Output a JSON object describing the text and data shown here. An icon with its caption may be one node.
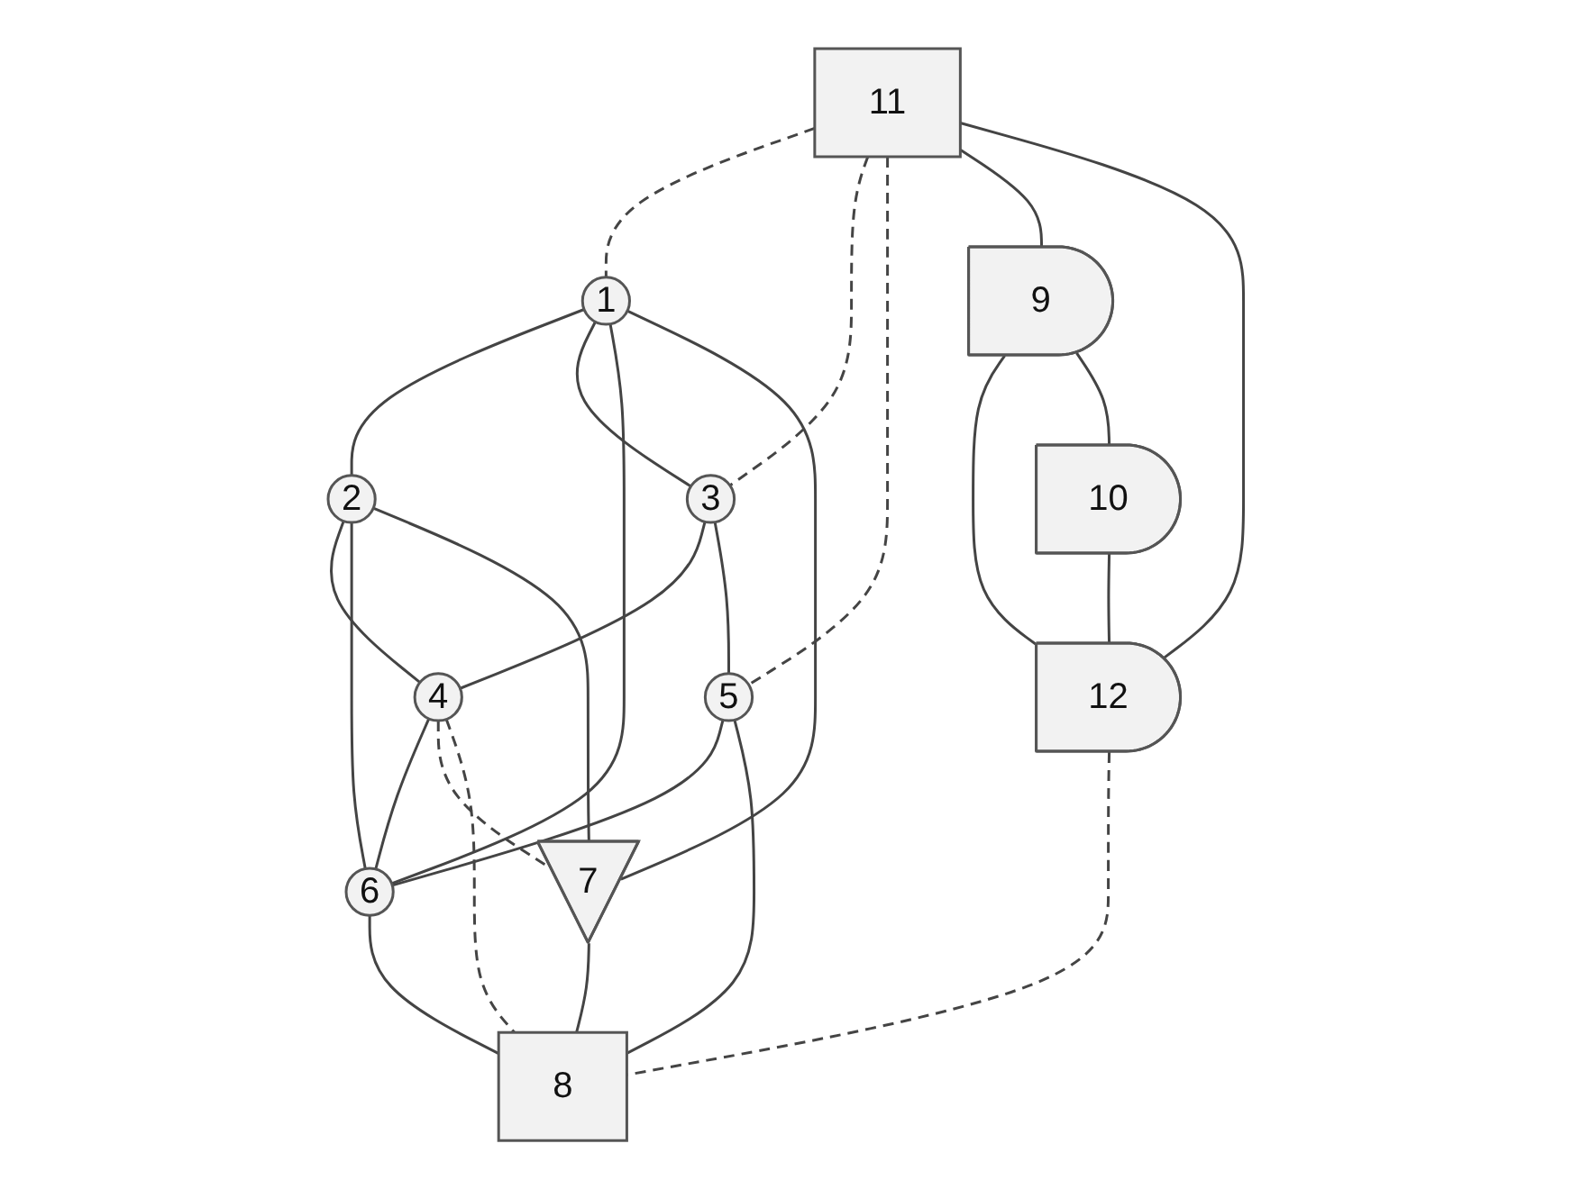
{
  "diagram": {
    "nodes": [
      {
        "text": [
          "1"
        ]
      },
      {
        "text": [
          "2"
        ]
      },
      {
        "text": [
          "3"
        ]
      },
      {
        "text": [
          "4"
        ]
      },
      {
        "text": [
          "5"
        ]
      },
      {
        "text": [
          "6"
        ]
      },
      {
        "text": [
          "7"
        ]
      },
      {
        "text": [
          "8"
        ]
      },
      {
        "text": [
          "9"
        ]
      },
      {
        "text": [
          "10"
        ]
      },
      {
        "text": [
          "11"
        ]
      },
      {
        "text": [
          "12"
        ]
      }
    ],
    "edges": [
      {
        "from": 0,
        "to": 1,
        "arrow": "none"
      },
      {
        "from": 0,
        "to": 2,
        "arrow": "none"
      },
      {
        "from": 0,
        "to": 5,
        "arrow": "none"
      },
      {
        "from": 0,
        "to": 6,
        "arrow": "none"
      },
      {
        "from": 10,
        "to": 0,
        "arrow": "none",
        "style": "dashed"
      },
      {
        "from": 1,
        "to": 3,
        "arrow": "none"
      },
      {
        "from": 1,
        "to": 5,
        "arrow": "none"
      },
      {
        "from": 1,
        "to": 6,
        "arrow": "none"
      },
      {
        "from": 2,
        "to": 3,
        "arrow": "none"
      },
      {
        "from": 2,
        "to": 4,
        "arrow": "none"
      },
      {
        "from": 10,
        "to": 2,
        "arrow": "none",
        "style": "dashed"
      },
      {
        "from": 3,
        "to": 5,
        "arrow": "none"
      },
      {
        "from": 3,
        "to": 6,
        "arrow": "none",
        "style": "dashed"
      },
      {
        "from": 3,
        "to": 7,
        "arrow": "none",
        "style": "dashed"
      },
      {
        "from": 10,
        "to": 4,
        "arrow": "none",
        "style": "dashed"
      },
      {
        "from": 4,
        "to": 5,
        "arrow": "none"
      },
      {
        "from": 4,
        "to": 7,
        "arrow": "none"
      },
      {
        "from": 5,
        "to": 7,
        "arrow": "none"
      },
      {
        "from": 6,
        "to": 7,
        "arrow": "none"
      },
      {
        "from": 11,
        "to": 7,
        "arrow": "none",
        "style": "dashed"
      },
      {
        "from": 10,
        "to": 8,
        "arrow": "none"
      },
      {
        "from": 10,
        "to": 11,
        "arrow": "none"
      },
      {
        "from": 8,
        "to": 11,
        "arrow": "none"
      },
      {
        "from": 8,
        "to": 9,
        "arrow": "none"
      },
      {
        "from": 9,
        "to": 11,
        "arrow": "none"
      }
    ]
  }
}
